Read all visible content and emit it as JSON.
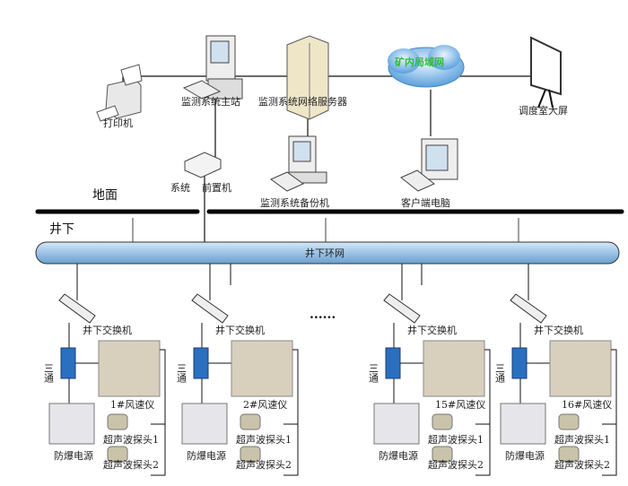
{
  "surface": {
    "printer": "打印机",
    "main_station": "监测系统主站",
    "server": "监测系统网络服务器",
    "lan": "矿内局域网",
    "big_screen": "调度室大屏",
    "front_end_a": "系统",
    "front_end_b": "前置机",
    "backup": "监测系统备份机",
    "client": "客户端电脑",
    "ground": "地面",
    "underground": "井下"
  },
  "ring": {
    "label": "井下环网"
  },
  "ellipsis": "......",
  "stations": [
    {
      "switch": "井下交换机",
      "tee": "三通",
      "anemometer": "1#风速仪",
      "power": "防爆电源",
      "probe1": "超声波探头1",
      "probe2": "超声波探头2"
    },
    {
      "switch": "井下交换机",
      "tee": "三通",
      "anemometer": "2#风速仪",
      "power": "防爆电源",
      "probe1": "超声波探头1",
      "probe2": "超声波探头2"
    },
    {
      "switch": "井下交换机",
      "tee": "三通",
      "anemometer": "15#风速仪",
      "power": "防爆电源",
      "probe1": "超声波探头1",
      "probe2": "超声波探头2"
    },
    {
      "switch": "井下交换机",
      "tee": "三通",
      "anemometer": "16#风速仪",
      "power": "防爆电源",
      "probe1": "超声波探头1",
      "probe2": "超声波探头2"
    }
  ],
  "colors": {
    "ring": "#9cc3e6",
    "tee": "#2a6fc0",
    "box": "#d8d0bd",
    "lan_text": "#2fbf3a"
  }
}
